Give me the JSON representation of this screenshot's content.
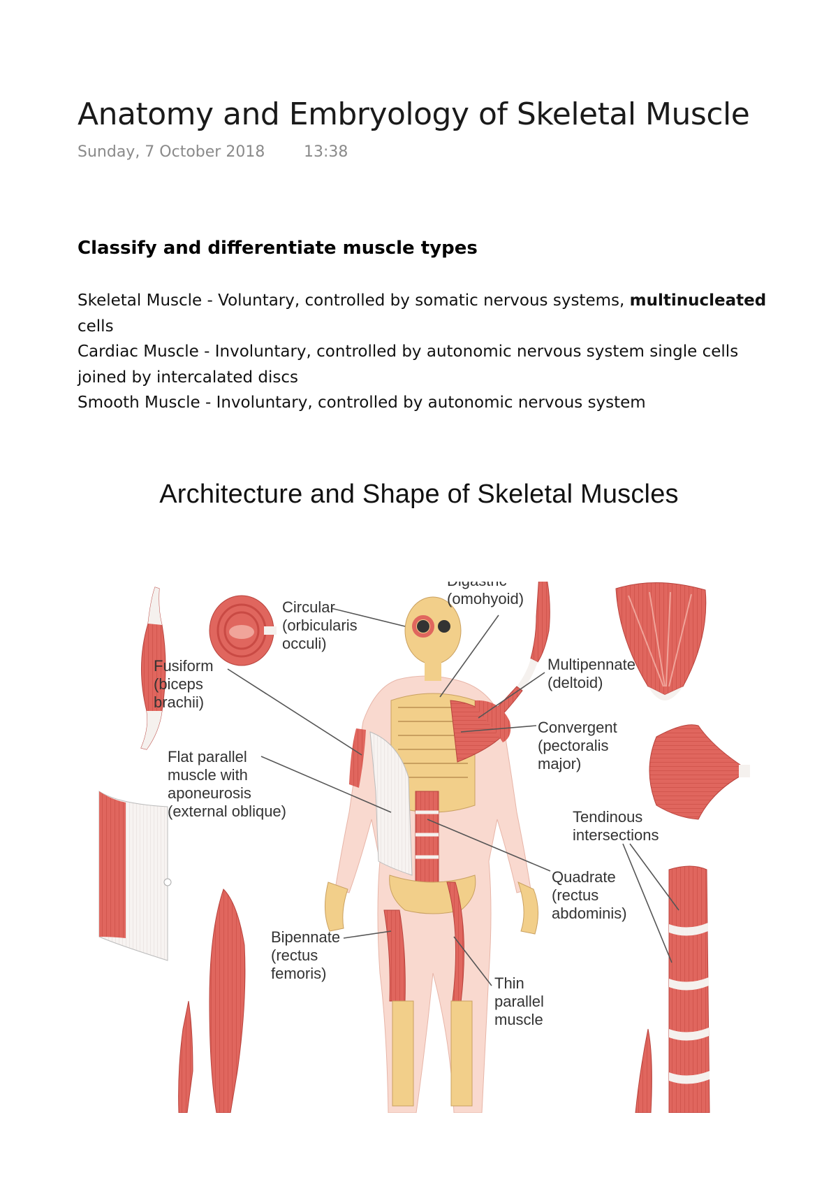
{
  "page": {
    "title": "Anatomy and Embryology of Skeletal Muscle",
    "date": "Sunday, 7 October 2018",
    "time": "13:38"
  },
  "section": {
    "heading": "Classify and differentiate muscle types",
    "items": [
      {
        "name": "Skeletal Muscle",
        "description_plain": " - Voluntary, controlled by somatic nervous systems, ",
        "description_bold": "multinucleated",
        "description_tail": " cells"
      },
      {
        "name": "Cardiac Muscle",
        "description_plain": " - Involuntary, controlled by autonomic nervous system single cells joined by intercalated discs"
      },
      {
        "name": "Smooth Muscle",
        "description_plain": " - Involuntary, controlled by autonomic nervous system"
      }
    ]
  },
  "figure": {
    "title": "Architecture and Shape of Skeletal Muscles",
    "labels": {
      "circular": [
        "Circular",
        "(orbicularis",
        "occuli)"
      ],
      "digastric": [
        "Digastric",
        "(omohyoid)"
      ],
      "fusiform": [
        "Fusiform",
        "(biceps",
        "brachii)"
      ],
      "multipennate": [
        "Multipennate",
        "(deltoid)"
      ],
      "convergent": [
        "Convergent",
        "(pectoralis",
        "major)"
      ],
      "flat_parallel": [
        "Flat parallel",
        "muscle with",
        "aponeurosis",
        "(external oblique)"
      ],
      "tendinous": [
        "Tendinous",
        "intersections"
      ],
      "quadrate": [
        "Quadrate",
        "(rectus",
        "abdominis)"
      ],
      "bipennate": [
        "Bipennate",
        "(rectus",
        "femoris)"
      ],
      "thin_parallel": [
        "Thin",
        "parallel",
        "muscle"
      ]
    },
    "colors": {
      "muscle": "#e0665e",
      "muscle_light": "#f0a49a",
      "tendon": "#f5f1ee",
      "bone": "#f2cf8a",
      "skin": "#f9d9cf",
      "leader_line": "#555555"
    }
  }
}
